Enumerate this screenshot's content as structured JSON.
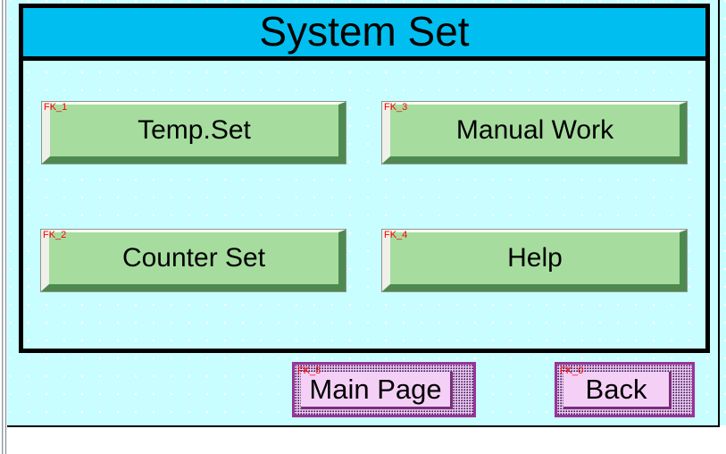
{
  "screen": {
    "title": "System Set"
  },
  "function_buttons": [
    {
      "tag": "FK_1",
      "label": "Temp.Set"
    },
    {
      "tag": "FK_3",
      "label": "Manual Work"
    },
    {
      "tag": "FK_2",
      "label": "Counter Set"
    },
    {
      "tag": "FK_4",
      "label": "Help"
    }
  ],
  "nav_buttons": [
    {
      "tag": "FK_5",
      "label": "Main Page"
    },
    {
      "tag": "FK_0",
      "label": "Back"
    }
  ],
  "colors": {
    "title_bar_bg": "#00BFF0",
    "canvas_bg": "#C8FEFF",
    "function_button_face": "#A6DD9F",
    "function_button_shadow": "#4E8A50",
    "nav_button_border": "#993399",
    "nav_button_face": "#F4D0F6",
    "fk_tag_text": "#FF0000"
  }
}
